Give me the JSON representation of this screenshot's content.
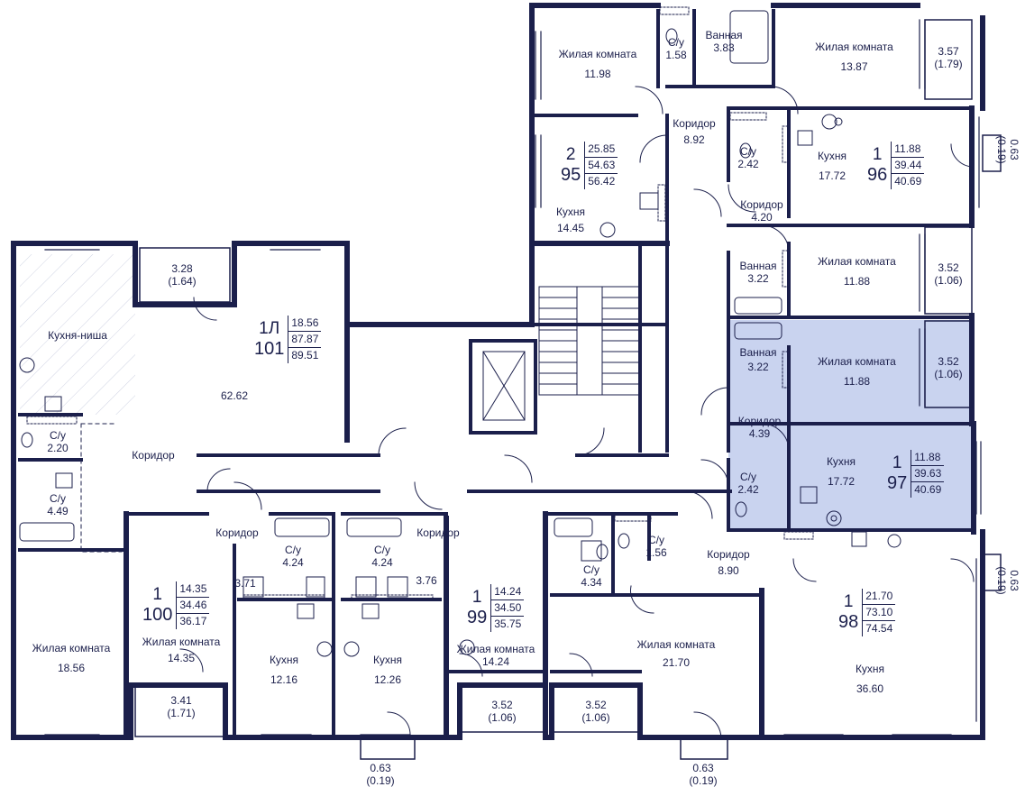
{
  "colors": {
    "wall": "#1b1f4b",
    "highlight": "#c9d3ef",
    "background": "#ffffff",
    "niche_hatch": "#cfd3e3"
  },
  "highlighted_apartment": "97",
  "apartments": [
    {
      "id": "a95",
      "rooms": "2",
      "number": "95",
      "areas": [
        "25.85",
        "54.63",
        "56.42"
      ]
    },
    {
      "id": "a96",
      "rooms": "1",
      "number": "96",
      "areas": [
        "11.88",
        "39.44",
        "40.69"
      ]
    },
    {
      "id": "a101",
      "rooms": "1Л",
      "number": "101",
      "areas": [
        "18.56",
        "87.87",
        "89.51"
      ]
    },
    {
      "id": "a97",
      "rooms": "1",
      "number": "97",
      "areas": [
        "11.88",
        "39.63",
        "40.69"
      ]
    },
    {
      "id": "a100",
      "rooms": "1",
      "number": "100",
      "areas": [
        "14.35",
        "34.46",
        "36.17"
      ]
    },
    {
      "id": "a99",
      "rooms": "1",
      "number": "99",
      "areas": [
        "14.24",
        "34.50",
        "35.75"
      ]
    },
    {
      "id": "a98",
      "rooms": "1",
      "number": "98",
      "areas": [
        "21.70",
        "73.10",
        "74.54"
      ]
    }
  ],
  "rooms": [
    {
      "name": "Жилая комната",
      "area": "11.98"
    },
    {
      "name": "С/у",
      "area": "1.58"
    },
    {
      "name": "Ванная",
      "area": "3.83"
    },
    {
      "name": "Жилая комната",
      "area": "13.87"
    },
    {
      "name": "",
      "area": "3.57",
      "sub": "(1.79)"
    },
    {
      "name": "Коридор",
      "area": "8.92"
    },
    {
      "name": "С/у",
      "area": "2.42"
    },
    {
      "name": "Кухня",
      "area": "17.72"
    },
    {
      "name": "Кухня",
      "area": "14.45"
    },
    {
      "name": "Коридор",
      "area": "4.20"
    },
    {
      "name": "Ванная",
      "area": "3.22"
    },
    {
      "name": "Жилая комната",
      "area": "11.88"
    },
    {
      "name": "",
      "area": "3.52",
      "sub": "(1.06)"
    },
    {
      "name": "",
      "area": "3.28",
      "sub": "(1.64)"
    },
    {
      "name": "Кухня-ниша",
      "area": ""
    },
    {
      "name": "",
      "area": "62.62"
    },
    {
      "name": "Ванная",
      "area": "3.22"
    },
    {
      "name": "Жилая комната",
      "area": "11.88"
    },
    {
      "name": "",
      "area": "3.52",
      "sub": "(1.06)"
    },
    {
      "name": "Коридор",
      "area": "4.39"
    },
    {
      "name": "Кухня",
      "area": "17.72"
    },
    {
      "name": "С/у",
      "area": "2.42"
    },
    {
      "name": "С/у",
      "area": "2.20"
    },
    {
      "name": "Коридор",
      "area": ""
    },
    {
      "name": "С/у",
      "area": "4.49"
    },
    {
      "name": "Коридор",
      "area": ""
    },
    {
      "name": "С/у",
      "area": "4.24"
    },
    {
      "name": "С/у",
      "area": "4.24"
    },
    {
      "name": "Коридор",
      "area": ""
    },
    {
      "name": "",
      "area": "3.71"
    },
    {
      "name": "",
      "area": "3.76"
    },
    {
      "name": "С/у",
      "area": "4.34"
    },
    {
      "name": "С/у",
      "area": "1.56"
    },
    {
      "name": "Коридор",
      "area": "8.90"
    },
    {
      "name": "Жилая комната",
      "area": "14.35"
    },
    {
      "name": "Жилая комната",
      "area": "18.56"
    },
    {
      "name": "Кухня",
      "area": "12.16"
    },
    {
      "name": "Кухня",
      "area": "12.26"
    },
    {
      "name": "Жилая комната",
      "area": "14.24"
    },
    {
      "name": "Жилая комната",
      "area": "21.70"
    },
    {
      "name": "Кухня",
      "area": "36.60"
    },
    {
      "name": "",
      "area": "3.41",
      "sub": "(1.71)"
    },
    {
      "name": "",
      "area": "3.52",
      "sub": "(1.06)"
    },
    {
      "name": "",
      "area": "3.52",
      "sub": "(1.06)"
    }
  ],
  "balconies_small": [
    {
      "area": "0.63",
      "sub": "(0.19)"
    },
    {
      "area": "0.63",
      "sub": "(0.19)"
    },
    {
      "area": "0.63",
      "sub": "(0.19)"
    },
    {
      "area": "0.63",
      "sub": "(0.19)"
    }
  ]
}
